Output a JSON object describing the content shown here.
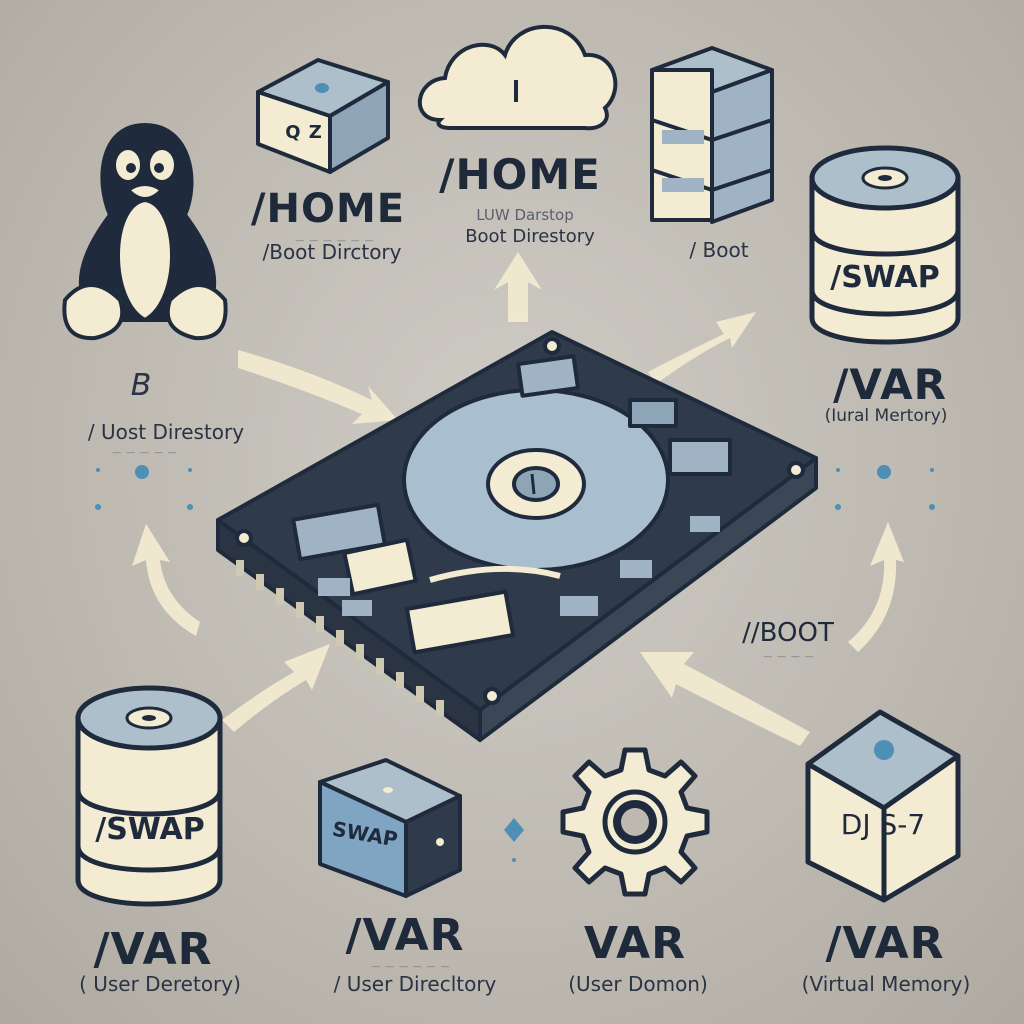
{
  "labels": {
    "home_left_title": "/HOME",
    "home_left_sub": "/Boot Dirctory",
    "home_center_title": "/HOME",
    "home_center_sub": "Boot Direstory",
    "home_center_sub_top": "LUW Darstop",
    "boot_top_right": "/ Boot",
    "var_right_title": "/VAR",
    "var_right_sub": "(Iural Mertory)",
    "left_mark": "B",
    "left_sub": "/ Uost Direstory",
    "boot_right_mid": "//BOOT",
    "swap_right_label": "/SWAP",
    "swap_left_label": "/SWAP",
    "swap_box_label": "SWAP",
    "var_bottom_1_title": "/VAR",
    "var_bottom_1_sub": "( User Deretory)",
    "var_bottom_2_title": "/VAR",
    "var_bottom_2_sub": "/ User Direcltory",
    "var_bottom_3_title": "VAR",
    "var_bottom_3_sub": "(User Domon)",
    "var_bottom_4_title": "/VAR",
    "var_bottom_4_sub": "(Virtual Memory)",
    "cube_top_left_text": "Q  Z",
    "cube_bottom_right_text": "DJ  S-7"
  },
  "colors": {
    "navy": "#1f2b3c",
    "cream": "#f3ecd2",
    "steel": "#9fb3c4",
    "steel_dark": "#7e97ab",
    "accent_blue": "#4e8fb6",
    "board": "#2a3442"
  },
  "icons": [
    "penguin-icon",
    "cube-icon",
    "cloud-icon",
    "server-stack-icon",
    "database-cylinder-icon",
    "hard-drive-icon",
    "gear-icon",
    "arrow-icon"
  ]
}
